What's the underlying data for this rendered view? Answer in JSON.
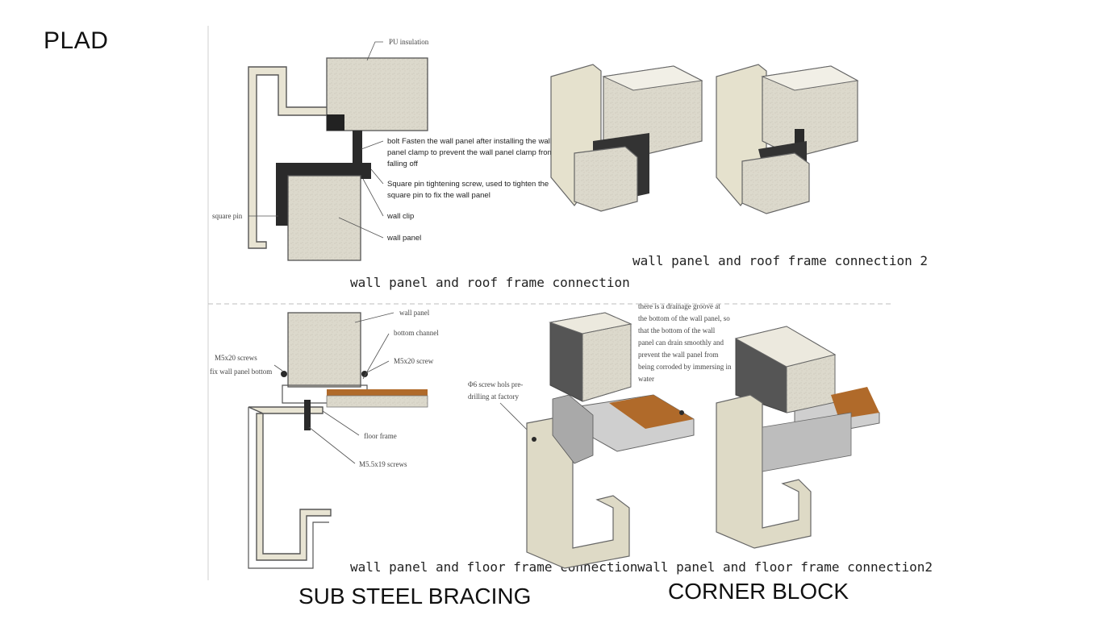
{
  "page_title": "PLAD",
  "captions": {
    "left": "SUB STEEL BRACING",
    "right": "CORNER BLOCK"
  },
  "roof_section": {
    "labels": {
      "pu": "PU insulation",
      "bolt_1": "bolt Fasten the wall panel after installing the wall",
      "bolt_2": "panel clamp to prevent the wall panel clamp from",
      "bolt_3": "falling off",
      "sq_1": "Square pin tightening screw, used to tighten the",
      "sq_2": "square pin to fix the wall panel",
      "wall_clip": "wall clip",
      "wall_panel": "wall panel",
      "square_pin": "square pin"
    },
    "title": "wall panel and roof frame connection",
    "title_2": "wall panel and roof frame connection 2"
  },
  "floor_section": {
    "labels": {
      "wall_panel": "wall panel",
      "bottom_channel": "bottom channel",
      "m5x20_screw": "M5x20 screw",
      "m5x20_screws_1": "M5x20 screws",
      "m5x20_screws_2": "fix wall panel bottom",
      "floor_frame": "floor frame",
      "m55x19": "M5.5x19 screws",
      "phi6_1": "Φ6 screw hols pre-",
      "phi6_2": "drilling at factory",
      "drain_1": "there is a drainage groove at",
      "drain_2": "the bottom of the wall panel, so",
      "drain_3": "that the bottom of the wall",
      "drain_4": "panel can drain smoothly and",
      "drain_5": "prevent the wall panel from",
      "drain_6": "being corroded by immersing in",
      "drain_7": "water"
    },
    "title": "wall panel and floor frame connection",
    "title_2": "wall panel and floor frame connection2"
  },
  "colors": {
    "panel_fill": "#d9d5c8",
    "frame_fill": "#d8d4bf",
    "dark_part": "#2a2a2a",
    "wood": "#b06a2a"
  }
}
